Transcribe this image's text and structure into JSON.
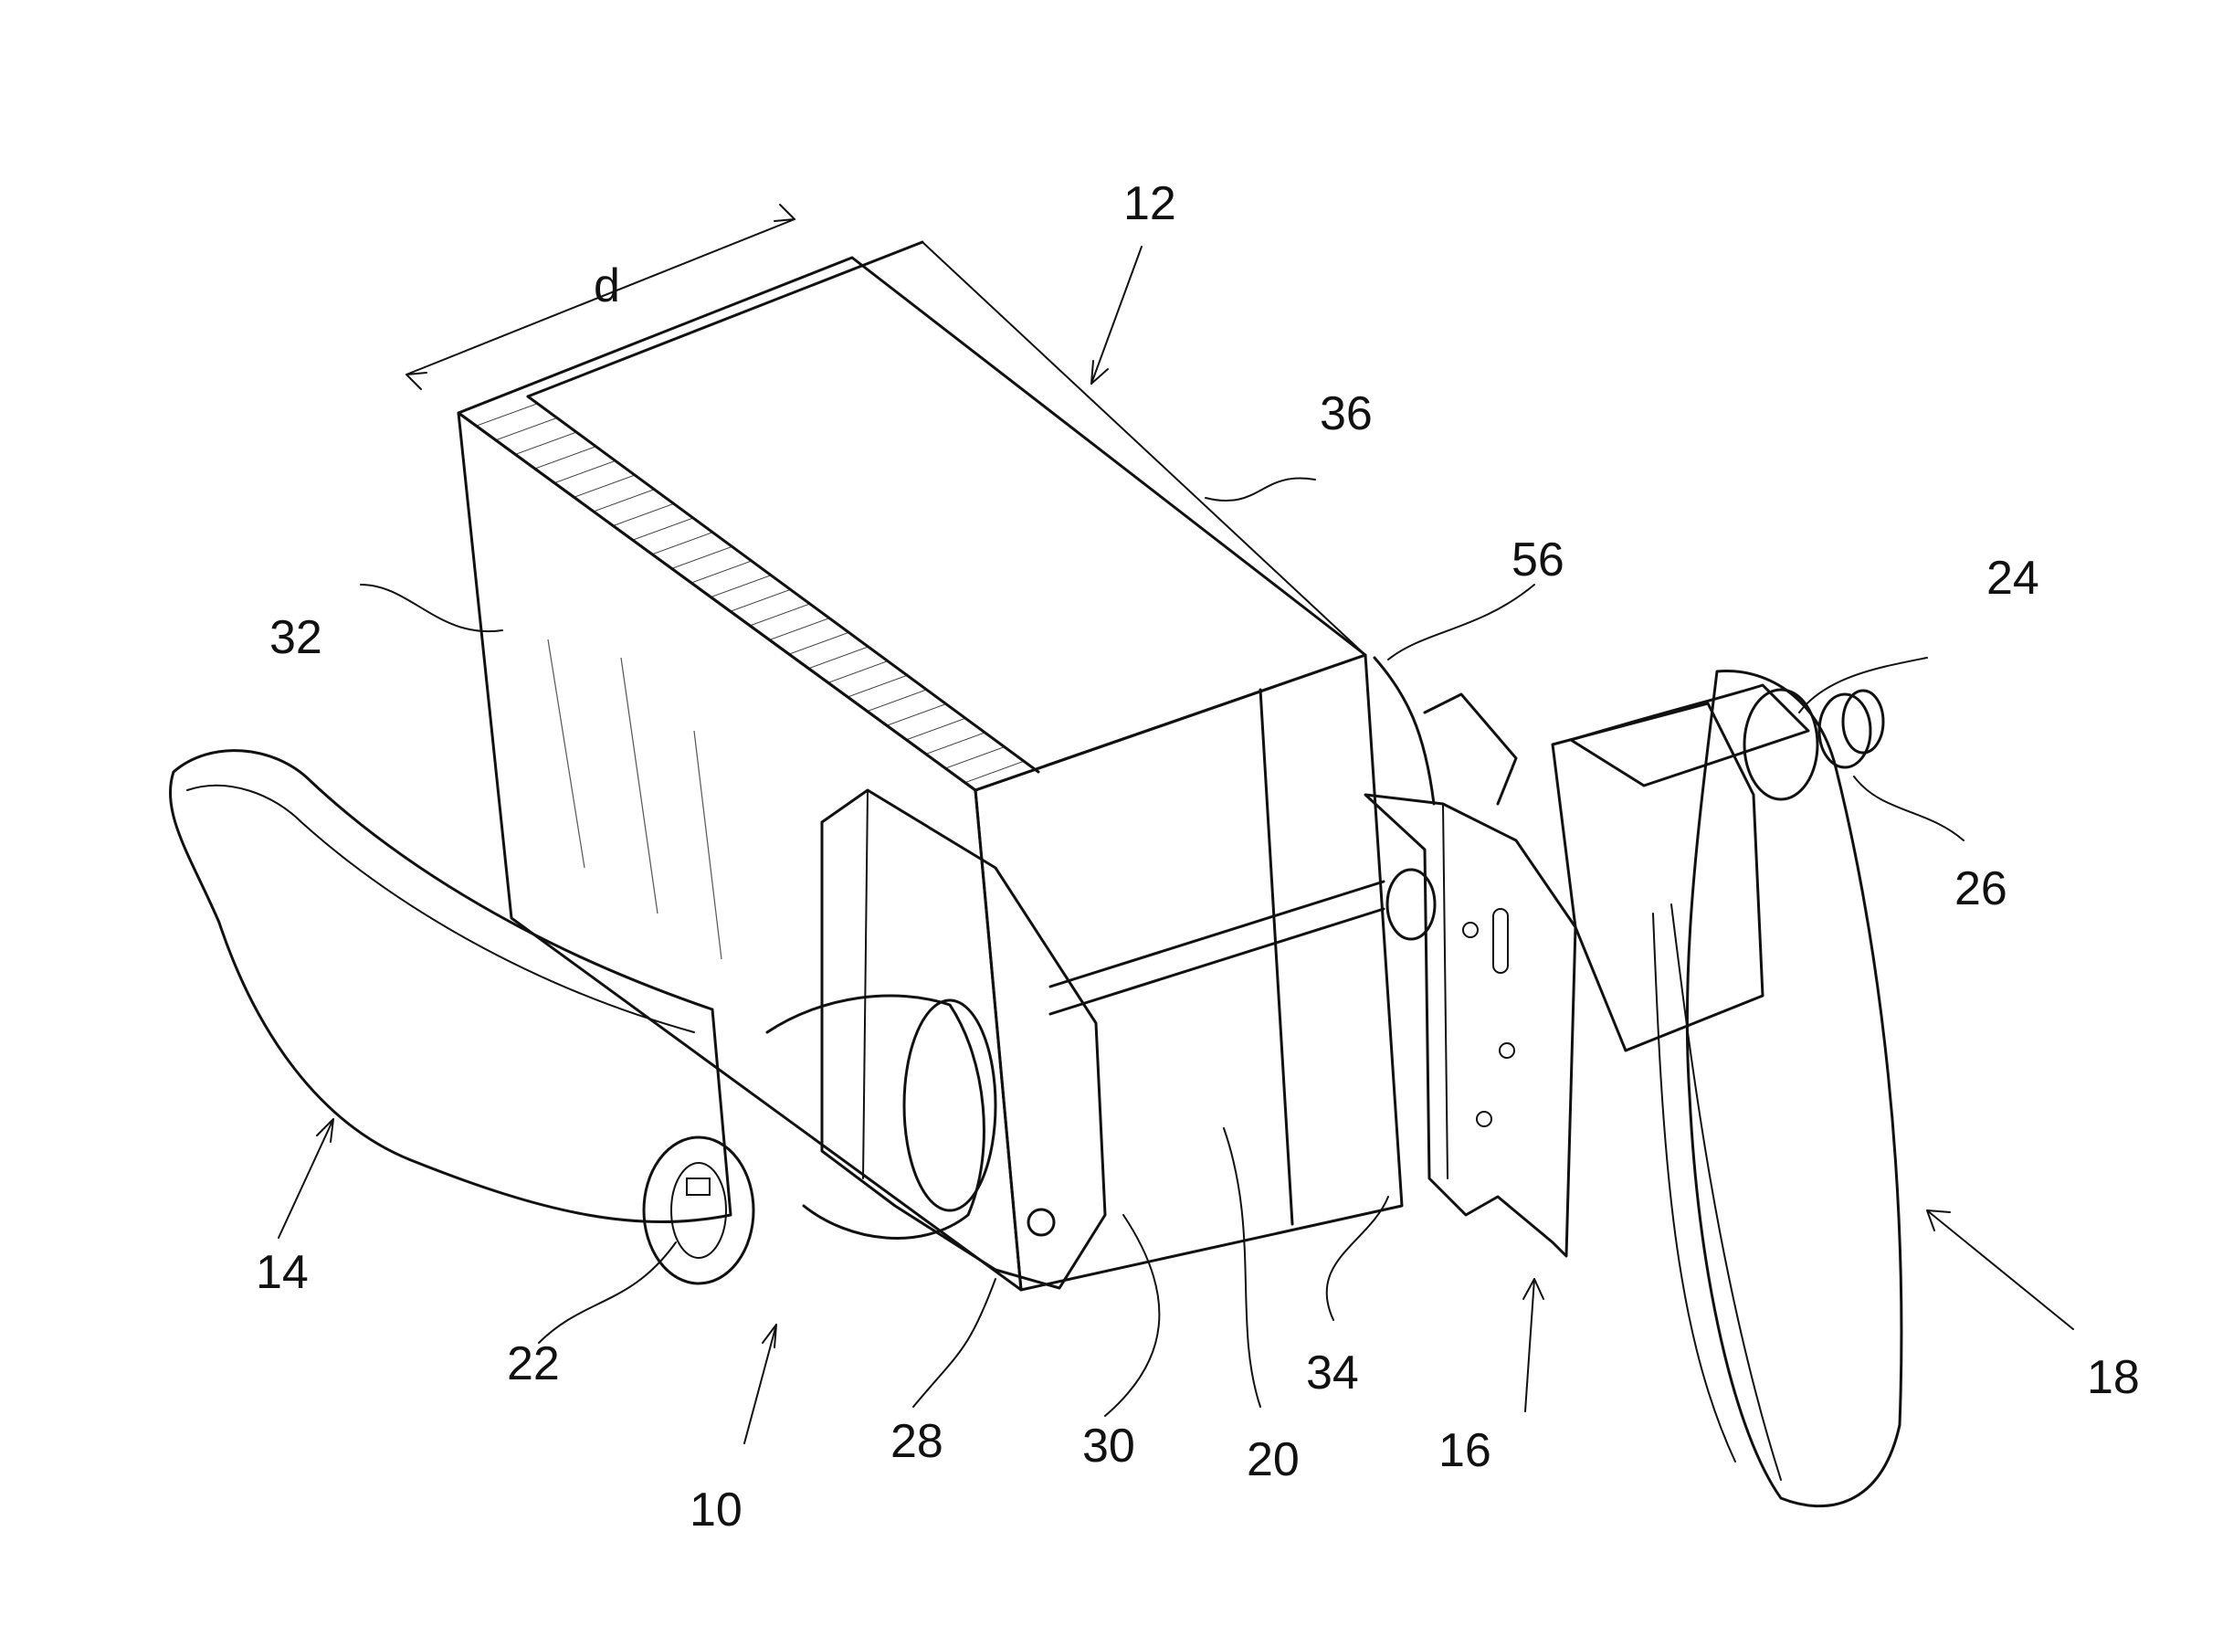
{
  "labels": {
    "d": "d",
    "n12": "12",
    "n36": "36",
    "n56": "56",
    "n24": "24",
    "n26": "26",
    "n32": "32",
    "n14": "14",
    "n22": "22",
    "n10": "10",
    "n28": "28",
    "n30": "30",
    "n20": "20",
    "n34": "34",
    "n16": "16",
    "n18": "18"
  }
}
